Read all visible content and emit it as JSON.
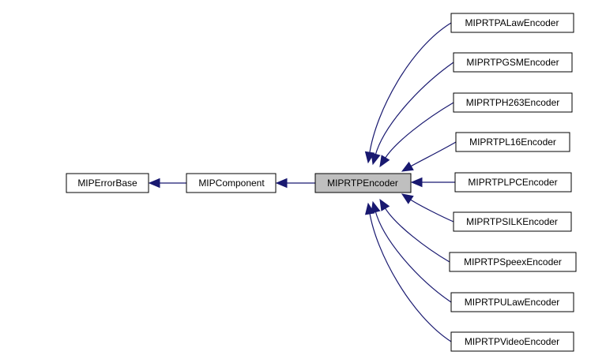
{
  "diagram": {
    "type": "class-inheritance-graph",
    "nodes": {
      "error_base": "MIPErrorBase",
      "component": "MIPComponent",
      "encoder": "MIPRTPEncoder",
      "alaw": "MIPRTPALawEncoder",
      "gsm": "MIPRTPGSMEncoder",
      "h263": "MIPRTPH263Encoder",
      "l16": "MIPRTPL16Encoder",
      "lpc": "MIPRTPLPCEncoder",
      "silk": "MIPRTPSILKEncoder",
      "speex": "MIPRTPSpeexEncoder",
      "ulaw": "MIPRTPULawEncoder",
      "video": "MIPRTPVideoEncoder"
    },
    "edges": [
      {
        "from": "component",
        "to": "error_base"
      },
      {
        "from": "encoder",
        "to": "component"
      },
      {
        "from": "alaw",
        "to": "encoder"
      },
      {
        "from": "gsm",
        "to": "encoder"
      },
      {
        "from": "h263",
        "to": "encoder"
      },
      {
        "from": "l16",
        "to": "encoder"
      },
      {
        "from": "lpc",
        "to": "encoder"
      },
      {
        "from": "silk",
        "to": "encoder"
      },
      {
        "from": "speex",
        "to": "encoder"
      },
      {
        "from": "ulaw",
        "to": "encoder"
      },
      {
        "from": "video",
        "to": "encoder"
      }
    ],
    "colors": {
      "edge": "#191970",
      "node_border": "#000000",
      "node_fill": "#ffffff",
      "highlight_fill": "#bfbfbf"
    },
    "highlighted": "encoder"
  }
}
